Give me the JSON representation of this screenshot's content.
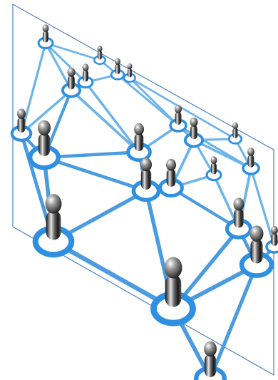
{
  "image": {
    "subject": "network-of-people-nodes",
    "colors": {
      "background": "#ffffff",
      "frame": "#4f7fc2",
      "link": "#4a9be0",
      "link_thin": "#6db4ea",
      "ring": "#2f8fe0",
      "ring_hole": "#ffffff",
      "figure_dark": "#1e1e1e",
      "figure_light": "#d8d8d8"
    },
    "node_count": 22,
    "link_count": 44
  }
}
